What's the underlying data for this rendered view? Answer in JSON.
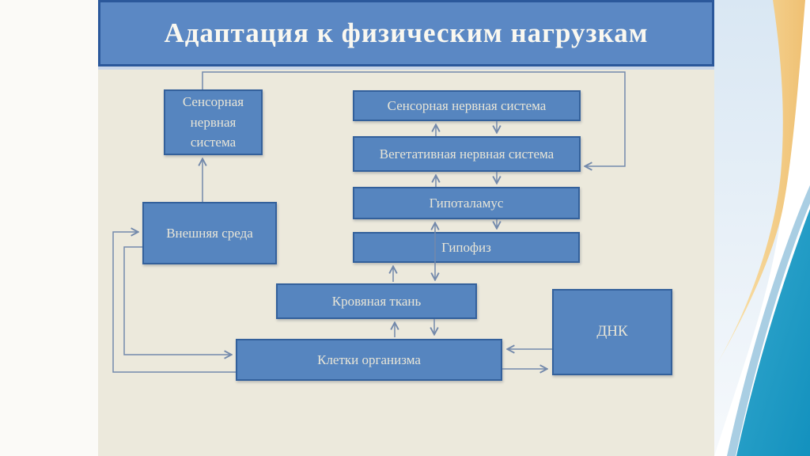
{
  "slide": {
    "title": "Адаптация к физическим нагрузкам",
    "diagram": {
      "nodes": [
        {
          "id": "sensory-left",
          "label": "Сенсорная нервная система"
        },
        {
          "id": "sensory-top",
          "label": "Сенсорная нервная система"
        },
        {
          "id": "vegetative",
          "label": "Вегетативная нервная система"
        },
        {
          "id": "hypothalamus",
          "label": "Гипоталамус"
        },
        {
          "id": "pituitary",
          "label": "Гипофиз"
        },
        {
          "id": "external-env",
          "label": "Внешняя среда"
        },
        {
          "id": "blood-tissue",
          "label": "Кровяная ткань"
        },
        {
          "id": "body-cells",
          "label": "Клетки организма"
        },
        {
          "id": "dna",
          "label": "ДНК"
        }
      ]
    },
    "colors": {
      "title_bar": "#5B88C4",
      "title_border": "#2B589B",
      "panel_background": "#ECE9DC",
      "node_fill": "#5685BF",
      "node_border": "#33609B",
      "node_text": "#E8E5D7",
      "connector": "#7389AB",
      "accent_yellow": "#EFC072",
      "accent_teal": "#1F9CC4",
      "accent_pale_blue": "#D9E7F3"
    }
  }
}
